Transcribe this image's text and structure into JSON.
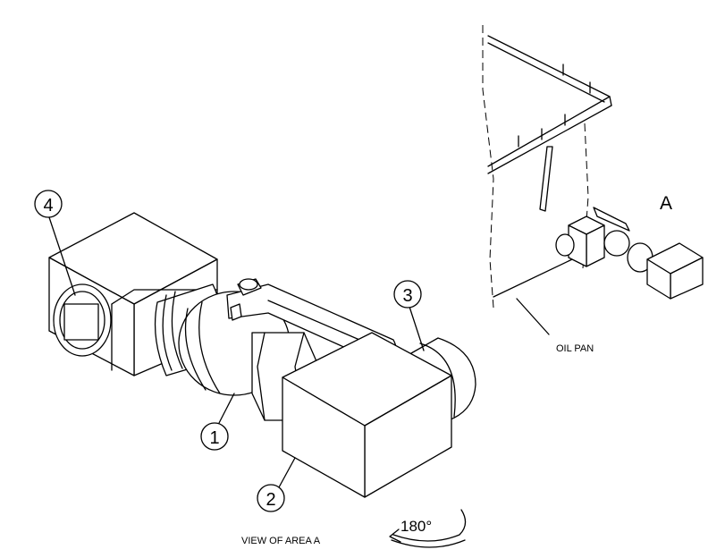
{
  "callouts": [
    "1",
    "2",
    "3",
    "4"
  ],
  "labels": {
    "detail_letter": "A",
    "oil_pan": "OIL PAN",
    "view_caption": "VIEW OF AREA  A",
    "rotation": "180°"
  },
  "colors": {
    "line": "#000000",
    "background": "#ffffff"
  }
}
